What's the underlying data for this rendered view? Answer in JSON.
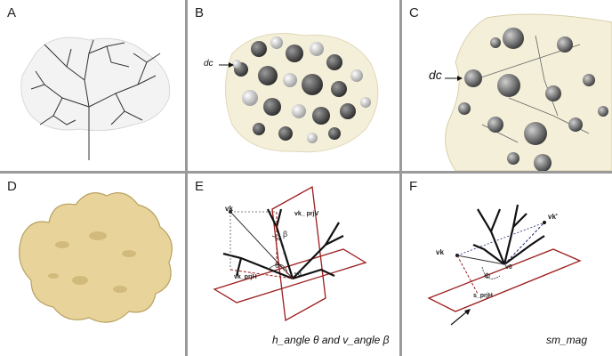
{
  "panels": {
    "A": {
      "label": "A"
    },
    "B": {
      "label": "B",
      "annotation": "dc"
    },
    "C": {
      "label": "C",
      "annotation": "dc"
    },
    "D": {
      "label": "D"
    },
    "E": {
      "label": "E",
      "labels": {
        "vk": "vk",
        "vk_prjV": "vk_ prjV",
        "vk_prjH": "vk_prjH",
        "v0": "v0",
        "theta": "θ",
        "beta": "β"
      },
      "caption": "h_angle θ  and v_angle β"
    },
    "F": {
      "label": "F",
      "labels": {
        "vk": "vk",
        "vk_prime": "vk'",
        "v0": "v0",
        "phi": "Φ",
        "s_prjH": "s_prjH"
      },
      "caption": "sm_mag"
    }
  },
  "colors": {
    "separator": "#9a9a9a",
    "plane": "#9b1c1c",
    "sponge": "#e8d49a",
    "sphere_dark": "#3c3c3c",
    "sphere_light": "#d8d8d8"
  }
}
